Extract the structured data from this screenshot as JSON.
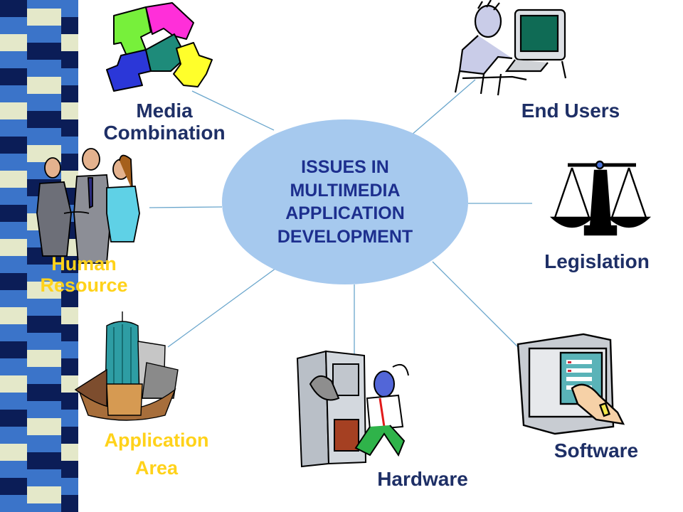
{
  "center": {
    "lines": [
      "ISSUES IN",
      "MULTIMEDIA",
      "APPLICATION",
      "DEVELOPMENT"
    ]
  },
  "nodes": {
    "media_combination": {
      "line1": "Media",
      "line2": "Combination",
      "icon": "puzzle-icon"
    },
    "end_users": {
      "label": "End Users",
      "icon": "computer-user-icon"
    },
    "human_resource": {
      "line1": "Human",
      "line2": "Resource",
      "icon": "business-people-icon"
    },
    "legislation": {
      "label": "Legislation",
      "icon": "scales-icon"
    },
    "application_area": {
      "line1": "Application",
      "line2": "Area",
      "icon": "buildings-icon"
    },
    "hardware": {
      "label": "Hardware",
      "icon": "hardware-tower-icon"
    },
    "software": {
      "label": "Software",
      "icon": "software-monitor-icon"
    }
  },
  "colors": {
    "ellipse": "#a6c9ee",
    "title_text": "#1d2f8e",
    "label_navy": "#1e2f66",
    "label_yellow": "#ffd21a",
    "connector": "#6aa6cc",
    "stripe_blue": "#3b74c9",
    "stripe_light": "#e4e8c9",
    "stripe_dark": "#0b1d57"
  }
}
